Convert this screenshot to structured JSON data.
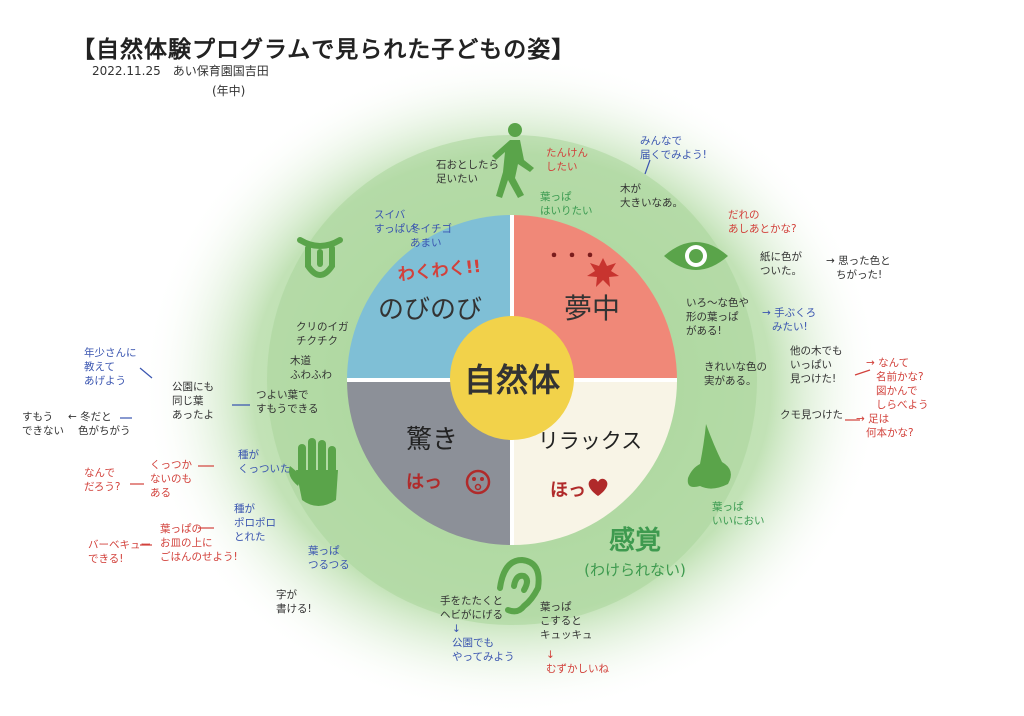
{
  "title": "【自然体験プログラムで見られた子どもの姿】",
  "date": "2022.11.25　あい保育園国吉田",
  "class_note": "(年中)",
  "center": "自然体",
  "quadrants": {
    "top_left": {
      "label": "のびのび",
      "sub": "わくわく!!",
      "color": "#7fbfd6"
    },
    "top_right": {
      "label": "夢中",
      "sub": "・・・",
      "color": "#f08878"
    },
    "bottom_left": {
      "label": "驚き",
      "sub": "はっ",
      "color": "#8c9098"
    },
    "bottom_right": {
      "label": "リラックス",
      "sub": "ほっ",
      "color": "#f8f4e6"
    }
  },
  "senses": {
    "title": "感覚",
    "subtitle": "(わけられない)"
  },
  "colors": {
    "green_icon": "#5aa44a",
    "circle_green": "#a9d59a",
    "center_yellow": "#f2d24a"
  },
  "icons": [
    "walking-person-icon",
    "tongue-icon",
    "eye-icon",
    "nose-icon",
    "hand-icon",
    "ear-icon"
  ],
  "notes": {
    "walk_1": "石おとしたら\n足いたい",
    "walk_2": "たんけん\nしたい",
    "walk_3": "葉っぱ\nはいりたい",
    "walk_4": "木が\n大きいなあ。",
    "walk_5": "みんなで\n届くでみよう!",
    "tongue_1": "スイバ\nすっぱい",
    "tongue_2": "冬イチゴ\nあまい",
    "eye_1": "だれの\nあしあとかな?",
    "eye_2": "紙に色が\nついた。",
    "eye_3": "→ 思った色と\n   ちがった!",
    "eye_4": "いろ〜な色や\n形の葉っぱ\nがある!",
    "eye_5": "→ 手ぶくろ\n   みたい!",
    "eye_6": "きれいな色の\n実がある。",
    "eye_7": "他の木でも\nいっぱい\n見つけた!",
    "eye_8": "→ なんて\n   名前かな?\n   図かんで\n   しらべよう",
    "eye_9": "クモ見つけた",
    "eye_10": "→ 足は\n   何本かな?",
    "touch_1": "クリのイガ\nチクチク",
    "touch_2": "木道\nふわふわ",
    "touch_3": "つよい葉で\nすもうできる",
    "touch_4": "公園にも\n同じ葉\nあったよ",
    "touch_5": "年少さんに\n教えて\nあげよう",
    "touch_6": "すもう\nできない",
    "touch_7": "← 冬だと\n   色がちがう",
    "hand_1": "種が\nくっついた",
    "hand_2": "くっつか\nないのも\nある",
    "hand_3": "なんで\nだろう?",
    "hand_4": "種が\nポロポロ\nとれた",
    "hand_5": "葉っぱの\nお皿の上に\nごはんのせよう!",
    "hand_6": "バーベキュー\nできる!",
    "hand_7": "葉っぱ\nつるつる",
    "hand_8": "字が\n書ける!",
    "nose_1": "葉っぱ\nいいにおい",
    "ear_1": "手をたたくと\nヘビがにげる",
    "ear_2": "↓\n公園でも\nやってみよう",
    "ear_3": "葉っぱ\nこすると\nキュッキュ",
    "ear_4": "↓\nむずかしいね"
  }
}
